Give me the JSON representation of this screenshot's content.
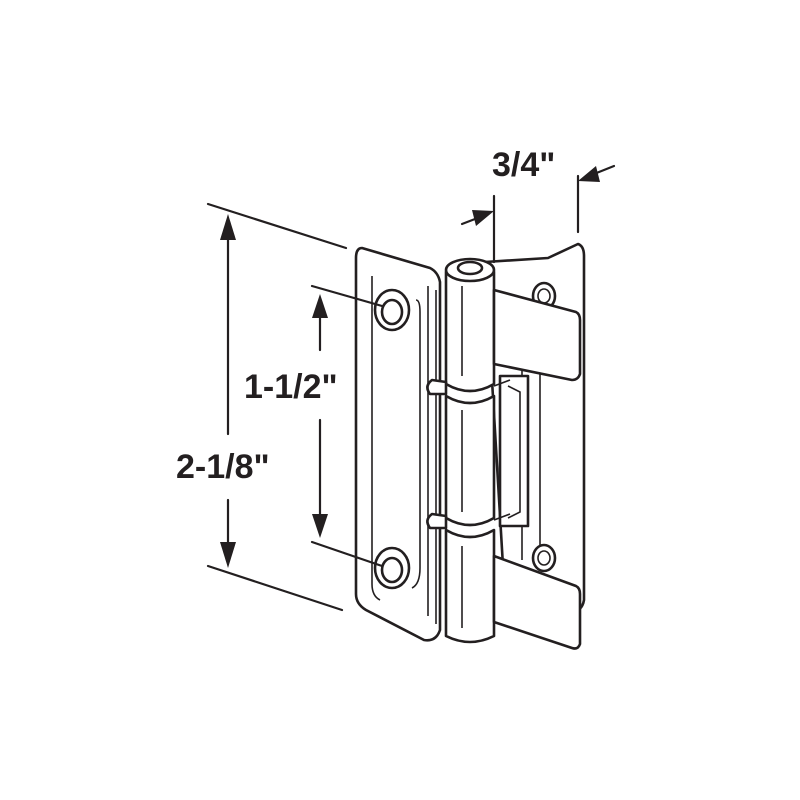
{
  "dimensions": {
    "width": "3/4\"",
    "hole_spacing": "1-1/2\"",
    "overall_height": "2-1/8\""
  },
  "colors": {
    "line": "#231f20",
    "background": "#ffffff"
  }
}
